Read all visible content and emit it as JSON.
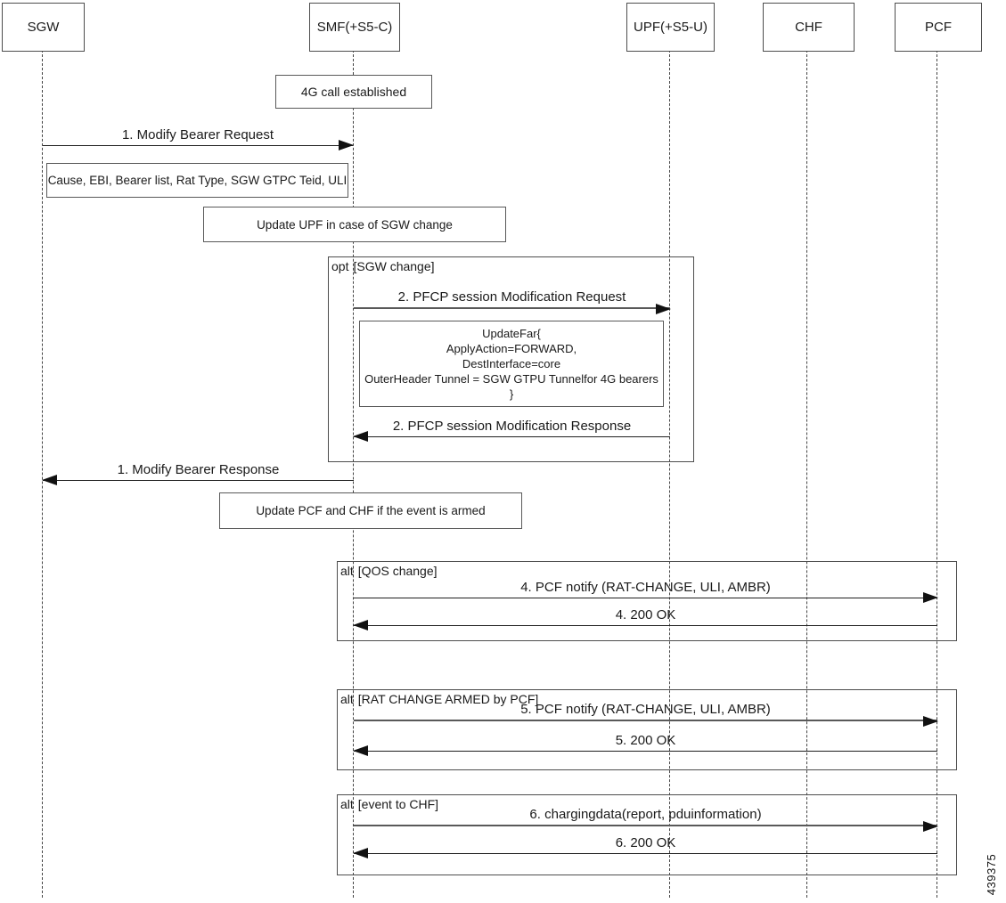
{
  "actors": [
    {
      "label": "SGW"
    },
    {
      "label": "SMF(+S5-C)"
    },
    {
      "label": "UPF(+S5-U)"
    },
    {
      "label": "CHF"
    },
    {
      "label": "PCF"
    }
  ],
  "notes": [
    {
      "text": "4G call established"
    },
    {
      "text": "Cause, EBI, Bearer list, Rat Type, SGW GTPC Teid, ULI"
    },
    {
      "text": "Update UPF in case of SGW change"
    },
    {
      "lines": [
        "UpdateFar{",
        "ApplyAction=FORWARD,",
        "DestInterface=core",
        "OuterHeader Tunnel = SGW GTPU Tunnelfor 4G bearers",
        "}"
      ]
    },
    {
      "text": "Update PCF and CHF if the event is armed"
    }
  ],
  "fragments": [
    {
      "operator": "opt",
      "guard": "[SGW change]"
    },
    {
      "operator": "alt",
      "guard": "[QOS change]"
    },
    {
      "operator": "alt",
      "guard": "[RAT CHANGE ARMED by PCF]"
    },
    {
      "operator": "alt",
      "guard": "[event to CHF]"
    }
  ],
  "messages": [
    {
      "label": "1. Modify Bearer Request"
    },
    {
      "label": "2. PFCP session Modification Request"
    },
    {
      "label": "2. PFCP session Modification Response"
    },
    {
      "label": "1. Modify Bearer Response"
    },
    {
      "label": "4. PCF notify (RAT-CHANGE, ULI, AMBR)"
    },
    {
      "label": "4. 200 OK"
    },
    {
      "label": "5. PCF notify (RAT-CHANGE, ULI, AMBR)"
    },
    {
      "label": "5. 200 OK"
    },
    {
      "label": "6. chargingdata(report, pduinformation)"
    },
    {
      "label": "6. 200 OK"
    }
  ],
  "figure_number": "439375"
}
